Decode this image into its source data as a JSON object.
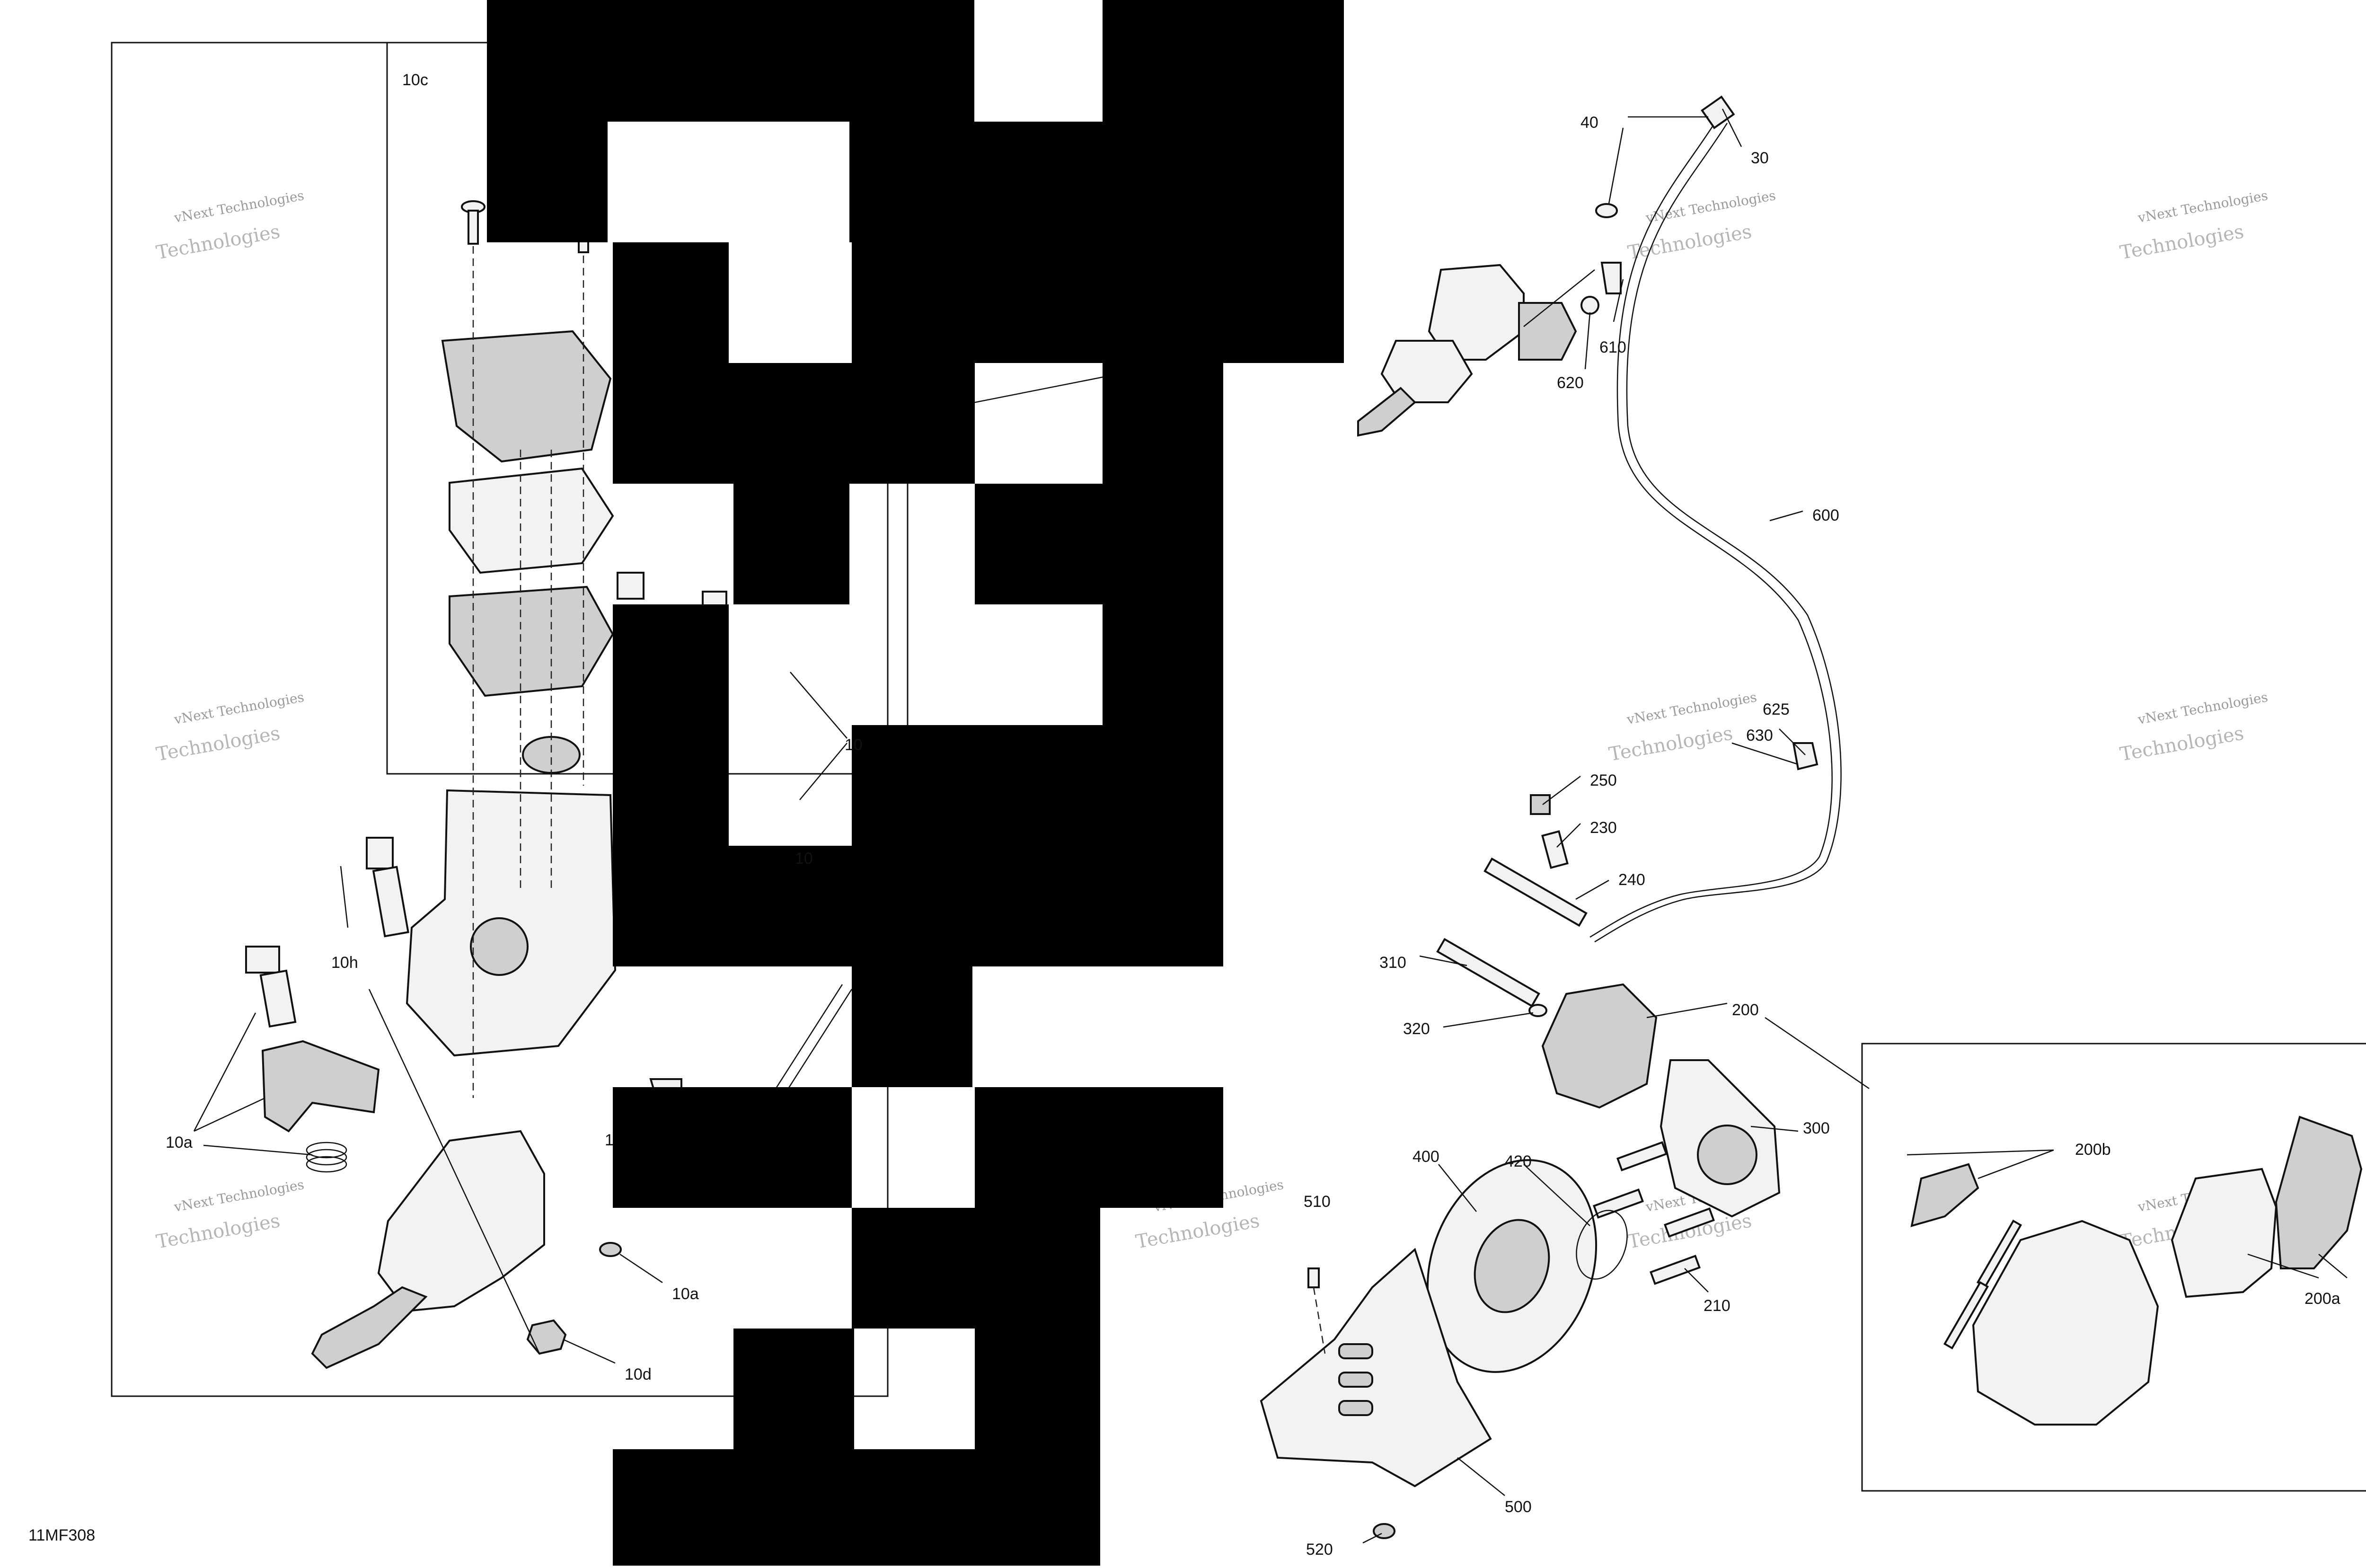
{
  "diagram": {
    "code": "11MF308",
    "watermark_line1": "vNext Technologies",
    "watermark_line2": "Technologies",
    "callouts": {
      "c10c": "10c",
      "c10h": "10h",
      "c10a_1": "10a",
      "c10a_2": "10a",
      "c10d": "10d",
      "c10_partial": "10",
      "c10_partial2": "10",
      "c1_partial": "1",
      "c40": "40",
      "c30": "30",
      "c610": "610",
      "c620": "620",
      "c600": "600",
      "c625": "625",
      "c630": "630",
      "c250": "250",
      "c230": "230",
      "c240": "240",
      "c310": "310",
      "c320": "320",
      "c200": "200",
      "c300": "300",
      "c400": "400",
      "c420": "420",
      "c510": "510",
      "c210": "210",
      "c500": "500",
      "c520": "520",
      "c200b": "200b",
      "c200a": "200a"
    }
  }
}
